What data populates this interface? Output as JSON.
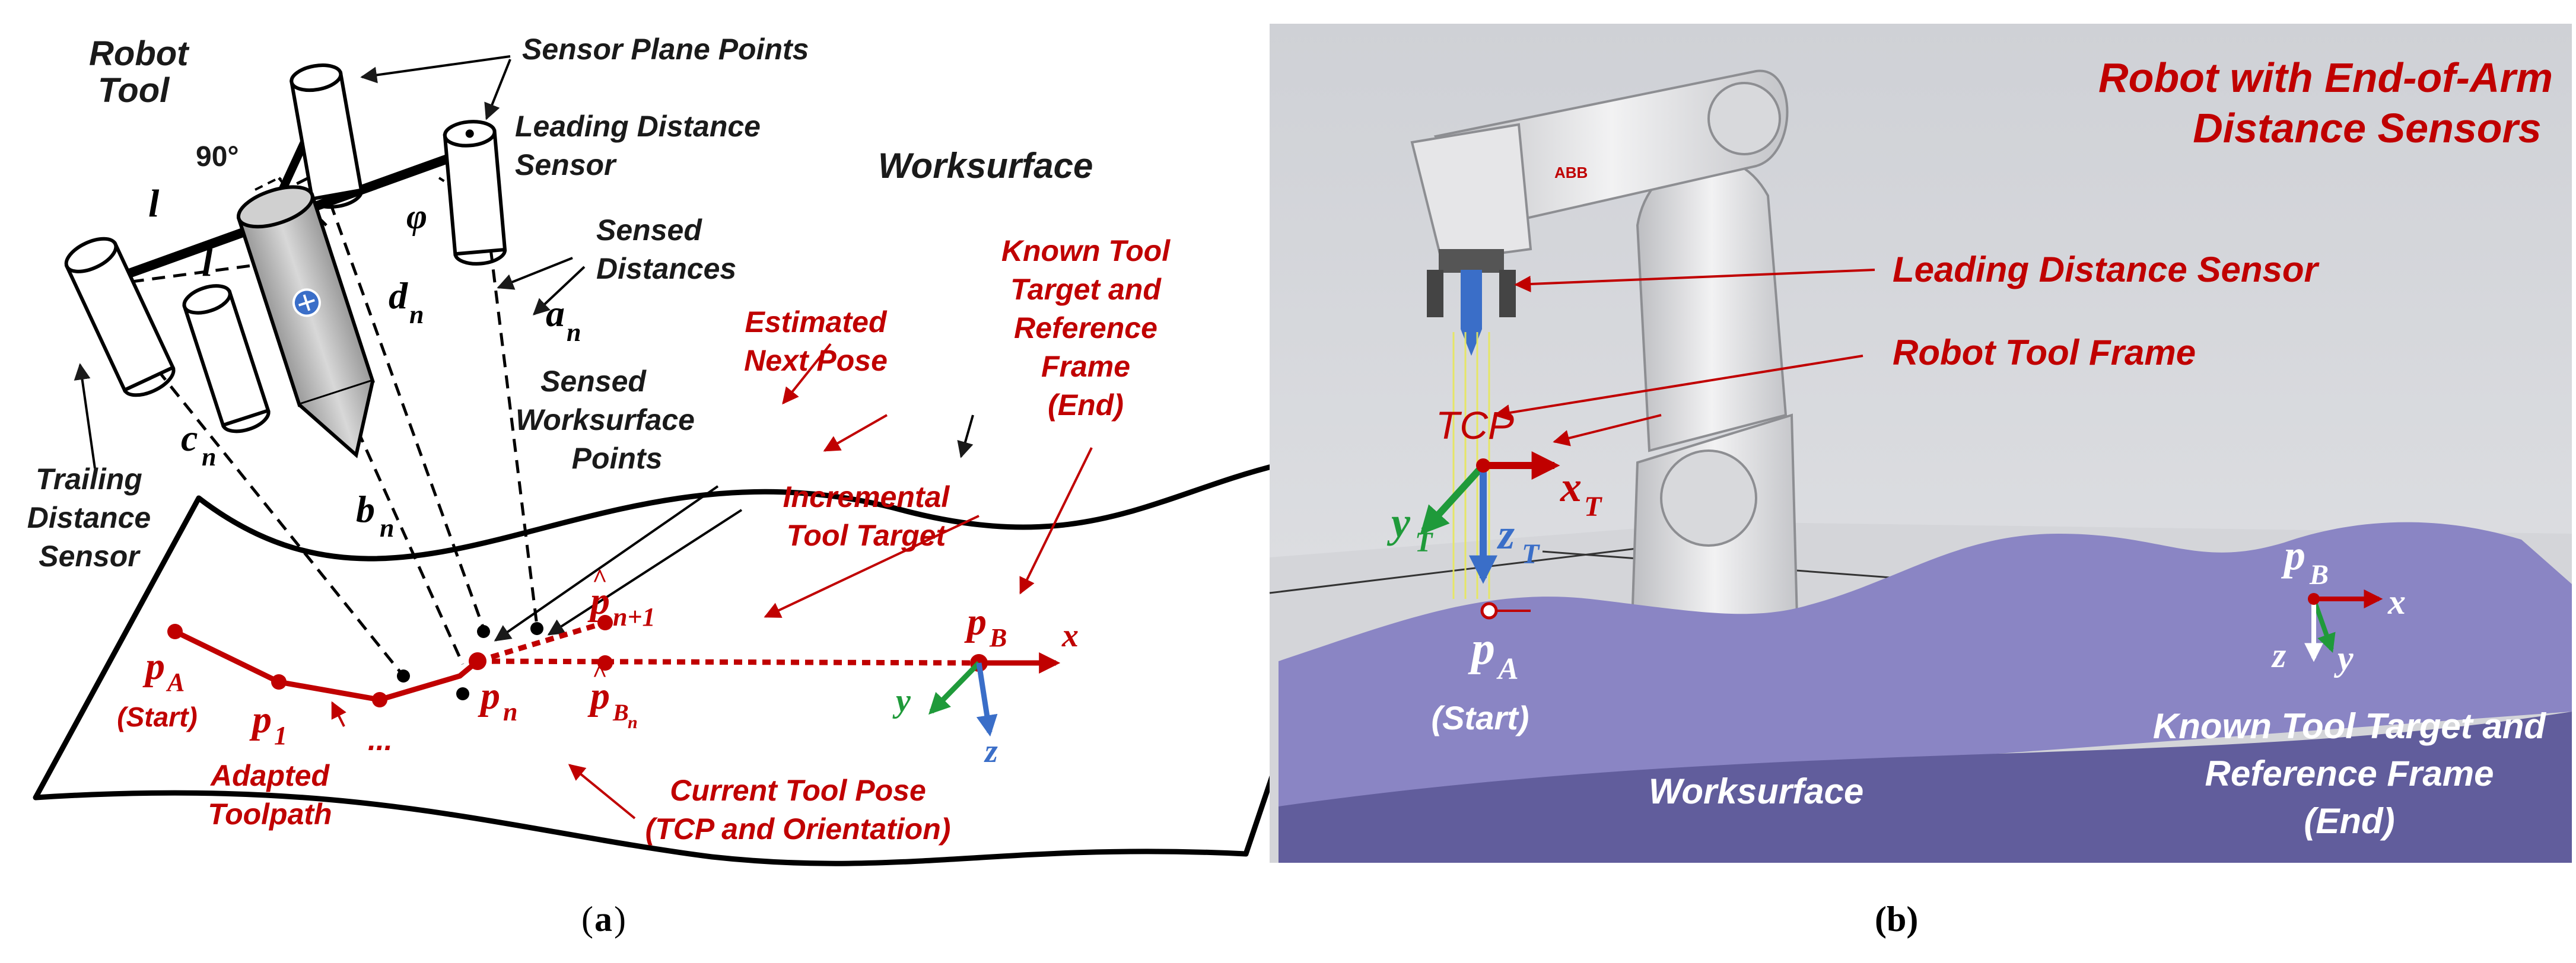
{
  "panel_a": {
    "robot_tool": [
      "Robot",
      "Tool"
    ],
    "angle": "90°",
    "sensor_plane_points": "Sensor Plane Points",
    "leading_sensor": [
      "Leading Distance",
      "Sensor"
    ],
    "sensed_distances": [
      "Sensed",
      "Distances"
    ],
    "worksurface": "Worksurface",
    "known_target": [
      "Known Tool",
      "Target and",
      "Reference",
      "Frame",
      "(End)"
    ],
    "estimated_next": [
      "Estimated",
      "Next Pose"
    ],
    "sensed_points": [
      "Sensed",
      "Worksurface",
      "Points"
    ],
    "incremental": [
      "Incremental",
      "Tool Target"
    ],
    "trailing_sensor": [
      "Trailing",
      "Distance",
      "Sensor"
    ],
    "start": "(Start)",
    "adapted": [
      "Adapted",
      "Toolpath"
    ],
    "ellipsis": "...",
    "current_pose": [
      "Current Tool Pose",
      "(TCP and Orientation)"
    ],
    "sym_l": "l",
    "sym_phi": "φ",
    "sym_d": "d",
    "sym_a": "a",
    "sym_c": "c",
    "sym_b": "b",
    "sub_n": "n",
    "sym_p": "p",
    "sub_A": "A",
    "sub_1": "1",
    "sub_B": "B",
    "sub_n1": "n+1",
    "axis_x": "x",
    "axis_y": "y",
    "axis_z": "z",
    "caption": "(a)",
    "caption_letter": "a"
  },
  "panel_b": {
    "title": [
      "Robot with End-of-Arm",
      "Distance Sensors"
    ],
    "leading_sensor": "Leading Distance Sensor",
    "tool_frame": "Robot Tool Frame",
    "tcp": "TCP",
    "start": "(Start)",
    "worksurface": "Worksurface",
    "known_target": [
      "Known Tool Target and",
      "Reference Frame",
      "(End)"
    ],
    "brand": "ABB",
    "sym_x": "x",
    "sym_y": "y",
    "sym_z": "z",
    "sub_T": "T",
    "sym_p": "p",
    "sub_A": "A",
    "sub_B": "B",
    "caption": "(b)"
  },
  "colors": {
    "accent_red": "#c00000",
    "axis_green": "#1f9a3a",
    "axis_blue": "#3a6ec8",
    "worksurface": "#8a85c4"
  }
}
